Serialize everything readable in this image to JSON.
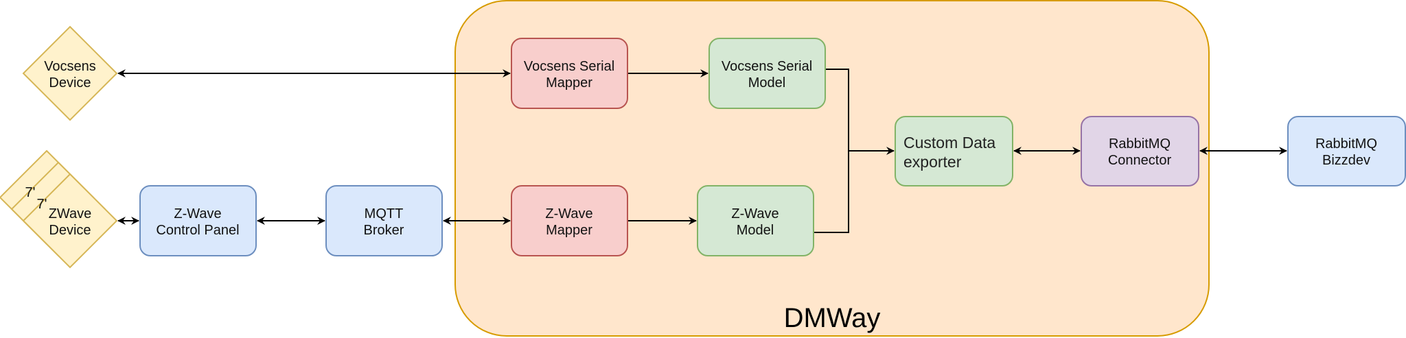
{
  "diagram": {
    "container": {
      "label": "DMWay",
      "fill": "#ffe6cc",
      "stroke": "#d79b00"
    },
    "nodes": {
      "vocsens_device": {
        "lines": [
          "Vocsens",
          "Device"
        ],
        "shape": "diamond",
        "fill": "#fff2cc",
        "stroke": "#d6b656"
      },
      "zwave_device": {
        "lines": [
          "ZWave",
          "Device"
        ],
        "shape": "stacked-diamond",
        "fill": "#fff2cc",
        "stroke": "#d6b656",
        "back_labels": [
          "7'",
          "7'"
        ]
      },
      "zwave_control_panel": {
        "lines": [
          "Z-Wave",
          "Control Panel"
        ],
        "shape": "rounded-rect",
        "fill": "#dae8fc",
        "stroke": "#6c8ebf"
      },
      "mqtt_broker": {
        "lines": [
          "MQTT",
          "Broker"
        ],
        "shape": "rounded-rect",
        "fill": "#dae8fc",
        "stroke": "#6c8ebf"
      },
      "vocsens_serial_mapper": {
        "lines": [
          "Vocsens Serial",
          "Mapper"
        ],
        "shape": "rounded-rect",
        "fill": "#f8cecc",
        "stroke": "#b85450"
      },
      "vocsens_serial_model": {
        "lines": [
          "Vocsens Serial",
          "Model"
        ],
        "shape": "rounded-rect",
        "fill": "#d5e8d4",
        "stroke": "#82b366"
      },
      "zwave_mapper": {
        "lines": [
          "Z-Wave",
          "Mapper"
        ],
        "shape": "rounded-rect",
        "fill": "#f8cecc",
        "stroke": "#b85450"
      },
      "zwave_model": {
        "lines": [
          "Z-Wave",
          "Model"
        ],
        "shape": "rounded-rect",
        "fill": "#d5e8d4",
        "stroke": "#82b366"
      },
      "custom_data_exporter": {
        "lines": [
          "Custom Data",
          "exporter"
        ],
        "shape": "rounded-rect",
        "fill": "#d5e8d4",
        "stroke": "#82b366",
        "align": "left"
      },
      "rabbitmq_connector": {
        "lines": [
          "RabbitMQ",
          "Connector"
        ],
        "shape": "rounded-rect",
        "fill": "#e1d5e7",
        "stroke": "#9673a6"
      },
      "rabbitmq_bizzdev": {
        "lines": [
          "RabbitMQ",
          "Bizzdev"
        ],
        "shape": "rounded-rect",
        "fill": "#dae8fc",
        "stroke": "#6c8ebf"
      }
    },
    "edges": [
      {
        "from": "vocsens_device",
        "to": "vocsens_serial_mapper",
        "direction": "both"
      },
      {
        "from": "vocsens_serial_mapper",
        "to": "vocsens_serial_model",
        "direction": "forward"
      },
      {
        "from": "vocsens_serial_model",
        "to": "custom_data_exporter",
        "direction": "forward",
        "routing": "orthogonal"
      },
      {
        "from": "zwave_device",
        "to": "zwave_control_panel",
        "direction": "both"
      },
      {
        "from": "zwave_control_panel",
        "to": "mqtt_broker",
        "direction": "both"
      },
      {
        "from": "mqtt_broker",
        "to": "zwave_mapper",
        "direction": "both"
      },
      {
        "from": "zwave_mapper",
        "to": "zwave_model",
        "direction": "forward"
      },
      {
        "from": "zwave_model",
        "to": "custom_data_exporter",
        "direction": "forward",
        "routing": "orthogonal"
      },
      {
        "from": "custom_data_exporter",
        "to": "rabbitmq_connector",
        "direction": "both"
      },
      {
        "from": "rabbitmq_connector",
        "to": "rabbitmq_bizzdev",
        "direction": "both"
      }
    ]
  }
}
